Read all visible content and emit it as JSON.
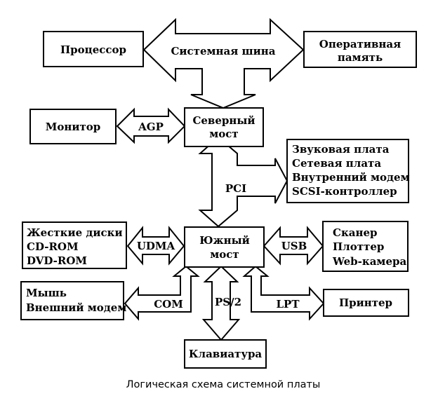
{
  "caption": "Логическая схема системной платы",
  "nodes": {
    "cpu": "Процессор",
    "ram": [
      "Оперативная",
      "память"
    ],
    "monitor": "Монитор",
    "north_bridge": [
      "Северный",
      "мост"
    ],
    "pci_devices": [
      "Звуковая плата",
      "Сетевая плата",
      "Внутренний модем",
      "SCSI-контроллер"
    ],
    "drives": [
      "Жесткие диски",
      "CD-ROM",
      "DVD-ROM"
    ],
    "south_bridge": [
      "Южный",
      "мост"
    ],
    "usb_devices": [
      "Сканер",
      "Плоттер",
      "Web-камера"
    ],
    "com_devices": [
      "Мышь",
      "Внешний модем"
    ],
    "printer": "Принтер",
    "keyboard": "Клавиатура"
  },
  "buses": {
    "system_bus": "Системная шина",
    "agp": "AGP",
    "pci": "PCI",
    "udma": "UDMA",
    "usb": "USB",
    "com": "COM",
    "ps2": "PS/2",
    "lpt": "LPT"
  }
}
